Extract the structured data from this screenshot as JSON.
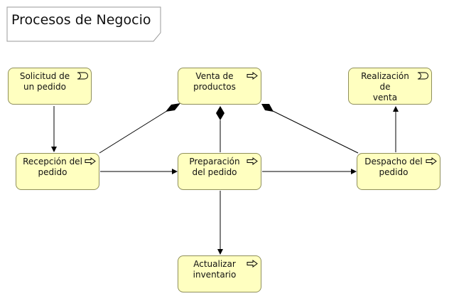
{
  "title": "Procesos de Negocio",
  "colors": {
    "node_fill": "#ffffc0",
    "node_border": "#8f8f5a",
    "edge": "#000000"
  },
  "nodes": {
    "solicitud": {
      "label": "Solicitud de\nun pedido",
      "icon": "event-icon"
    },
    "venta": {
      "label": "Venta de\nproductos",
      "icon": "process-arrow-icon"
    },
    "realizacion": {
      "label": "Realización de\nventa",
      "icon": "event-icon"
    },
    "recepcion": {
      "label": "Recepción del\npedido",
      "icon": "process-arrow-icon"
    },
    "preparacion": {
      "label": "Preparación\ndel pedido",
      "icon": "process-arrow-icon"
    },
    "despacho": {
      "label": "Despacho del\npedido",
      "icon": "process-arrow-icon"
    },
    "actualizar": {
      "label": "Actualizar\ninventario",
      "icon": "process-arrow-icon"
    }
  },
  "edges": [
    {
      "from": "solicitud",
      "to": "recepcion",
      "type": "triggering"
    },
    {
      "from": "recepcion",
      "to": "preparacion",
      "type": "triggering"
    },
    {
      "from": "preparacion",
      "to": "despacho",
      "type": "triggering"
    },
    {
      "from": "preparacion",
      "to": "actualizar",
      "type": "triggering"
    },
    {
      "from": "despacho",
      "to": "realizacion",
      "type": "triggering"
    },
    {
      "from": "recepcion",
      "to": "venta",
      "type": "composition"
    },
    {
      "from": "preparacion",
      "to": "venta",
      "type": "composition"
    },
    {
      "from": "despacho",
      "to": "venta",
      "type": "composition"
    }
  ]
}
